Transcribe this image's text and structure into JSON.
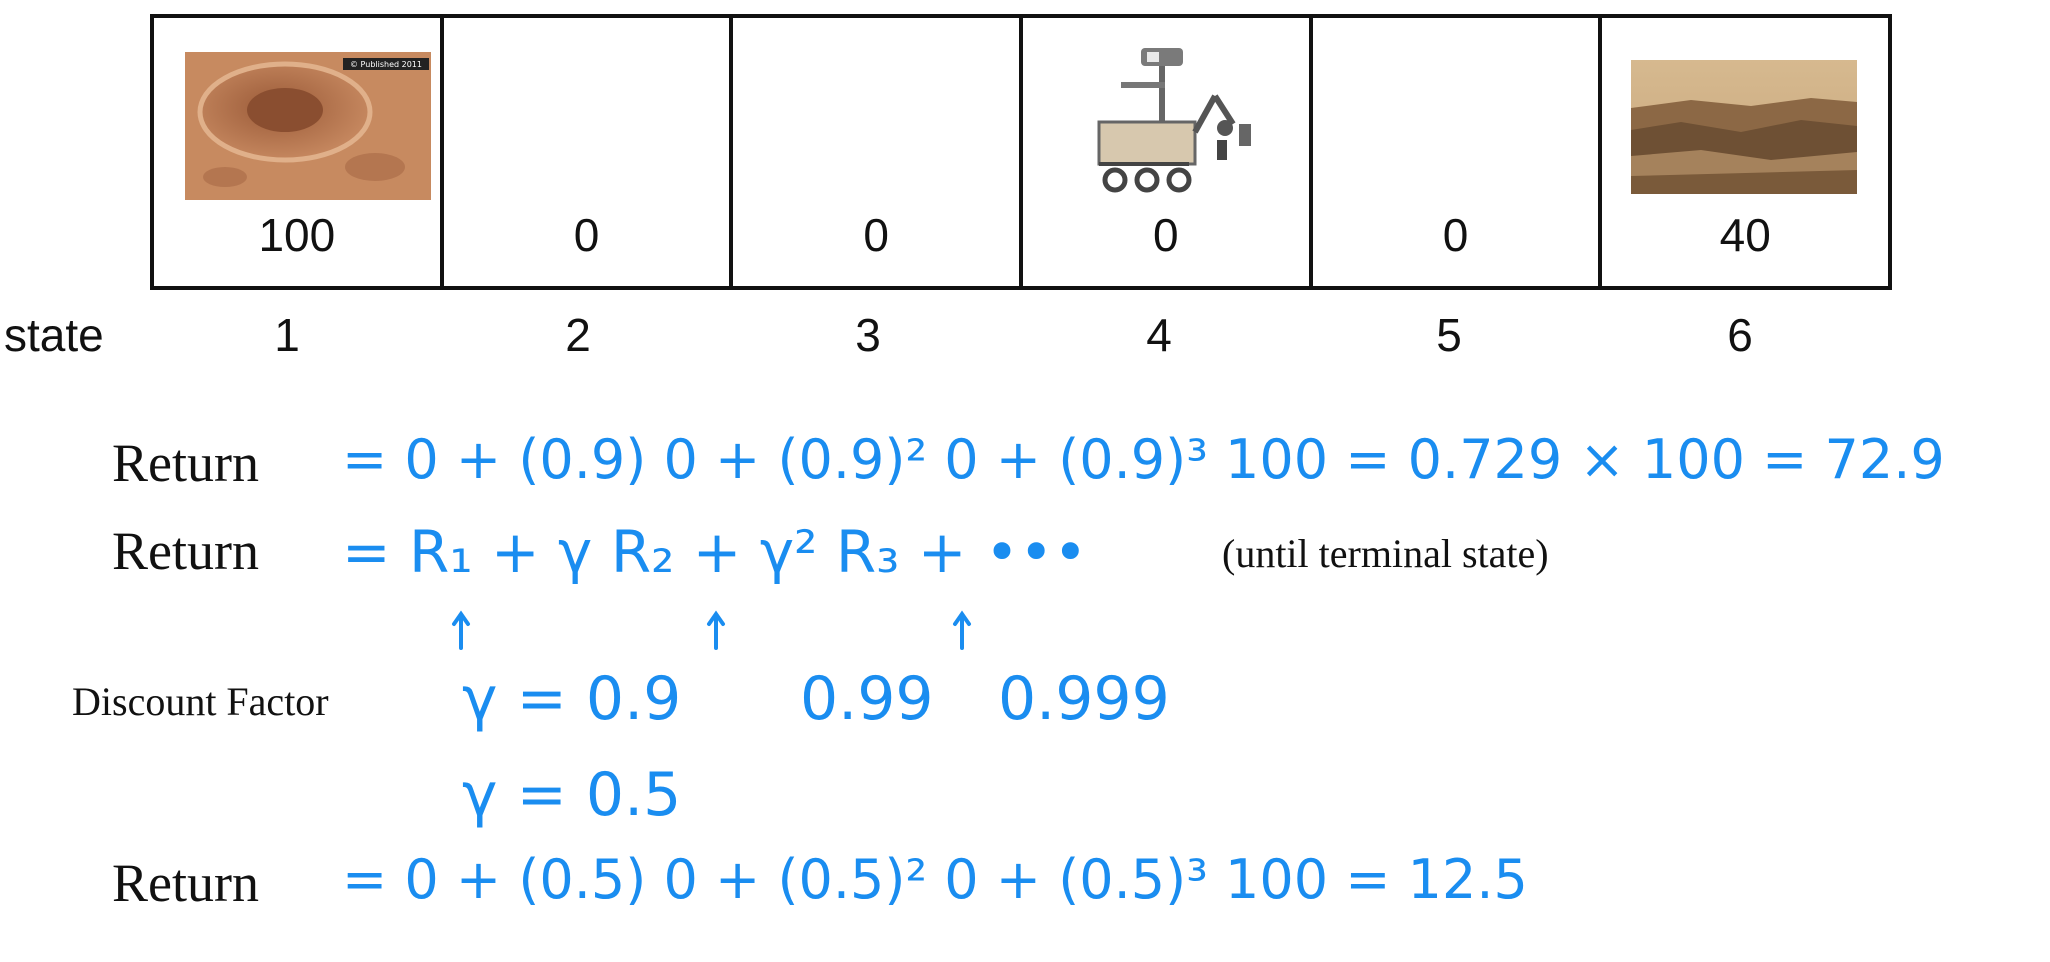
{
  "states": [
    {
      "number": "1",
      "reward": "100",
      "icon": "crater-image"
    },
    {
      "number": "2",
      "reward": "0",
      "icon": ""
    },
    {
      "number": "3",
      "reward": "0",
      "icon": ""
    },
    {
      "number": "4",
      "reward": "0",
      "icon": "rover-icon"
    },
    {
      "number": "5",
      "reward": "0",
      "icon": ""
    },
    {
      "number": "6",
      "reward": "40",
      "icon": "cliff-image"
    }
  ],
  "state_label": "state",
  "crater_caption": "© Published 2011",
  "labels": {
    "return1": "Return",
    "return2": "Return",
    "return3": "Return",
    "discount": "Discount Factor",
    "until": "(until terminal state)"
  },
  "handwriting": {
    "line1": "= 0 + (0.9) 0 + (0.9)² 0 + (0.9)³ 100 = 0.729 × 100 = 72.9",
    "line2": "= R₁ + γ R₂ + γ² R₃ + •••",
    "gamma1": "γ = 0.9",
    "gamma_alt1": "0.99",
    "gamma_alt2": "0.999",
    "gamma2": "γ = 0.5",
    "line3": "= 0 + (0.5) 0 + (0.5)² 0 + (0.5)³ 100 = 12.5"
  },
  "colors": {
    "ink": "#1a8df0",
    "grid": "#111111"
  }
}
